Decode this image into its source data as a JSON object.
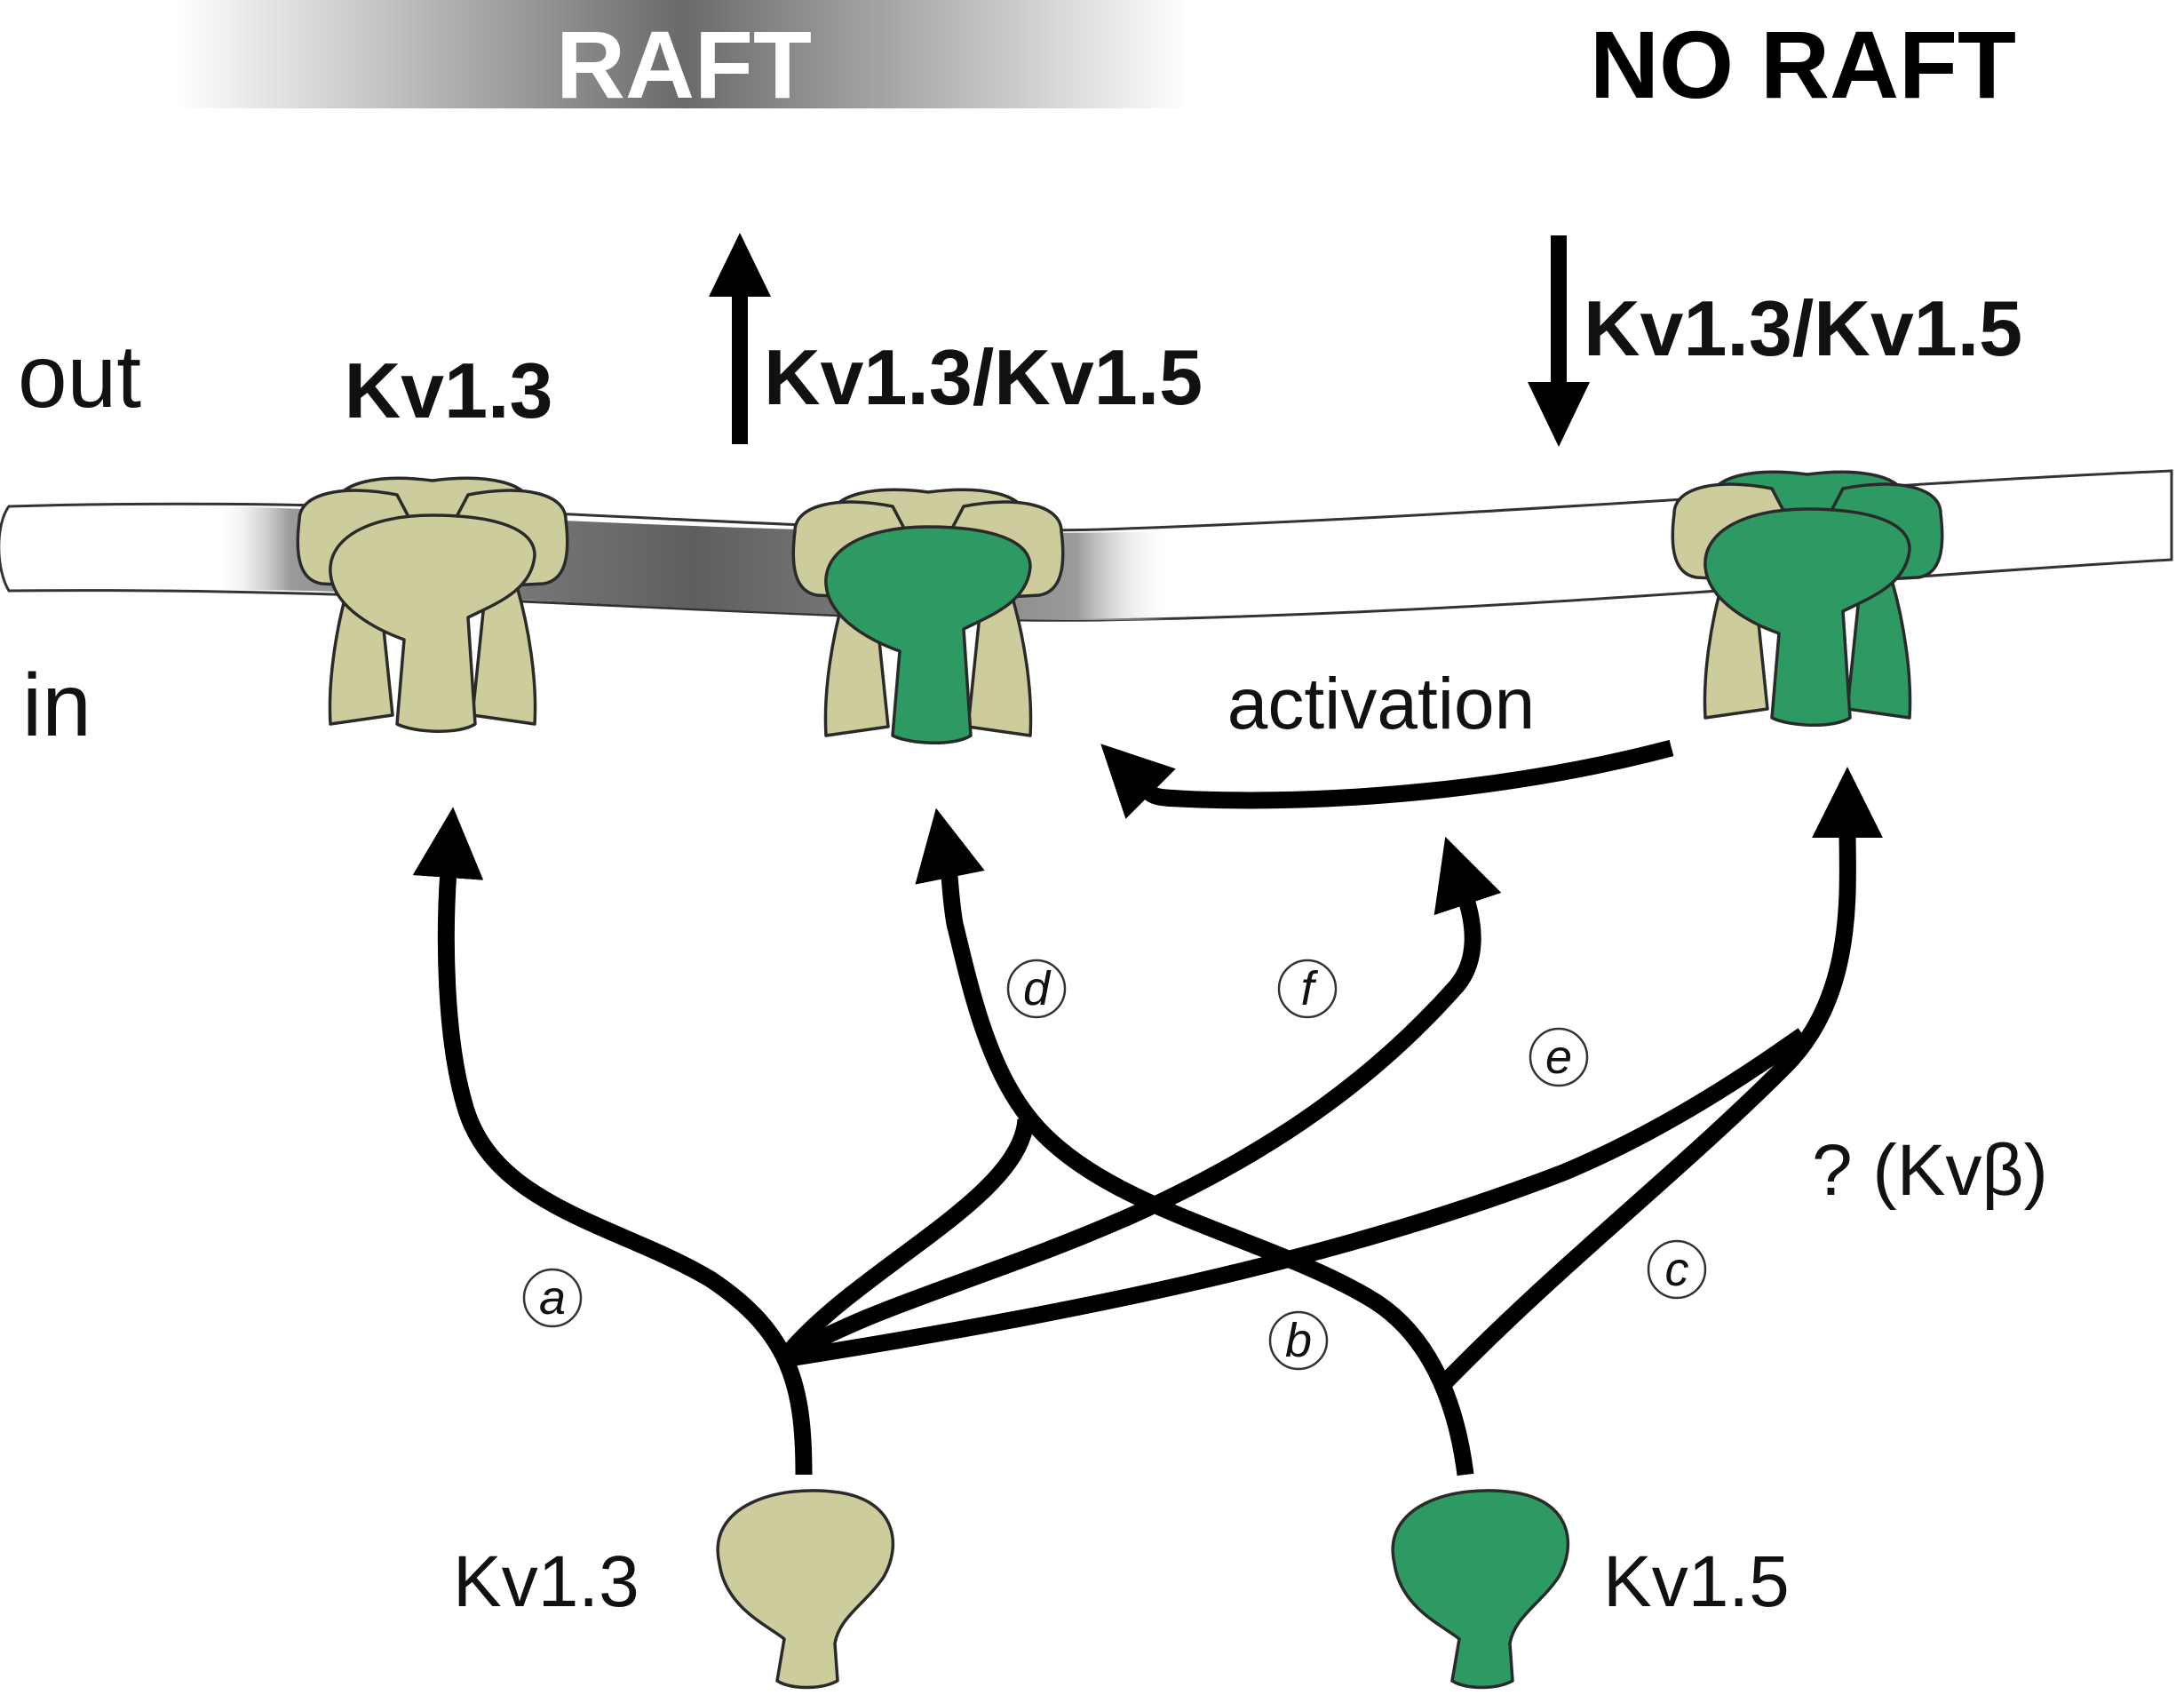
{
  "header": {
    "raft": "RAFT",
    "no_raft": "NO RAFT"
  },
  "side_labels": {
    "out": "out",
    "in": "in"
  },
  "channel_labels": {
    "kv13_homomer": "Kv1.3",
    "raft_heteromer": "Kv1.3/Kv1.5",
    "noraft_heteromer": "Kv1.3/Kv1.5"
  },
  "trend_arrows": {
    "raft": "up",
    "no_raft": "down"
  },
  "process_labels": {
    "activation": "activation",
    "kvbeta_question": "? (Kvβ)"
  },
  "pathway_letters": {
    "a": "a",
    "b": "b",
    "c": "c",
    "d": "d",
    "e": "e",
    "f": "f"
  },
  "subunits": {
    "kv13": "Kv1.3",
    "kv15": "Kv1.5"
  },
  "colors": {
    "kv13_subunit": "#cdcc9c",
    "kv15_subunit": "#2d9963",
    "raft_shading": "#6e6e6e",
    "arrows": "#000000"
  }
}
